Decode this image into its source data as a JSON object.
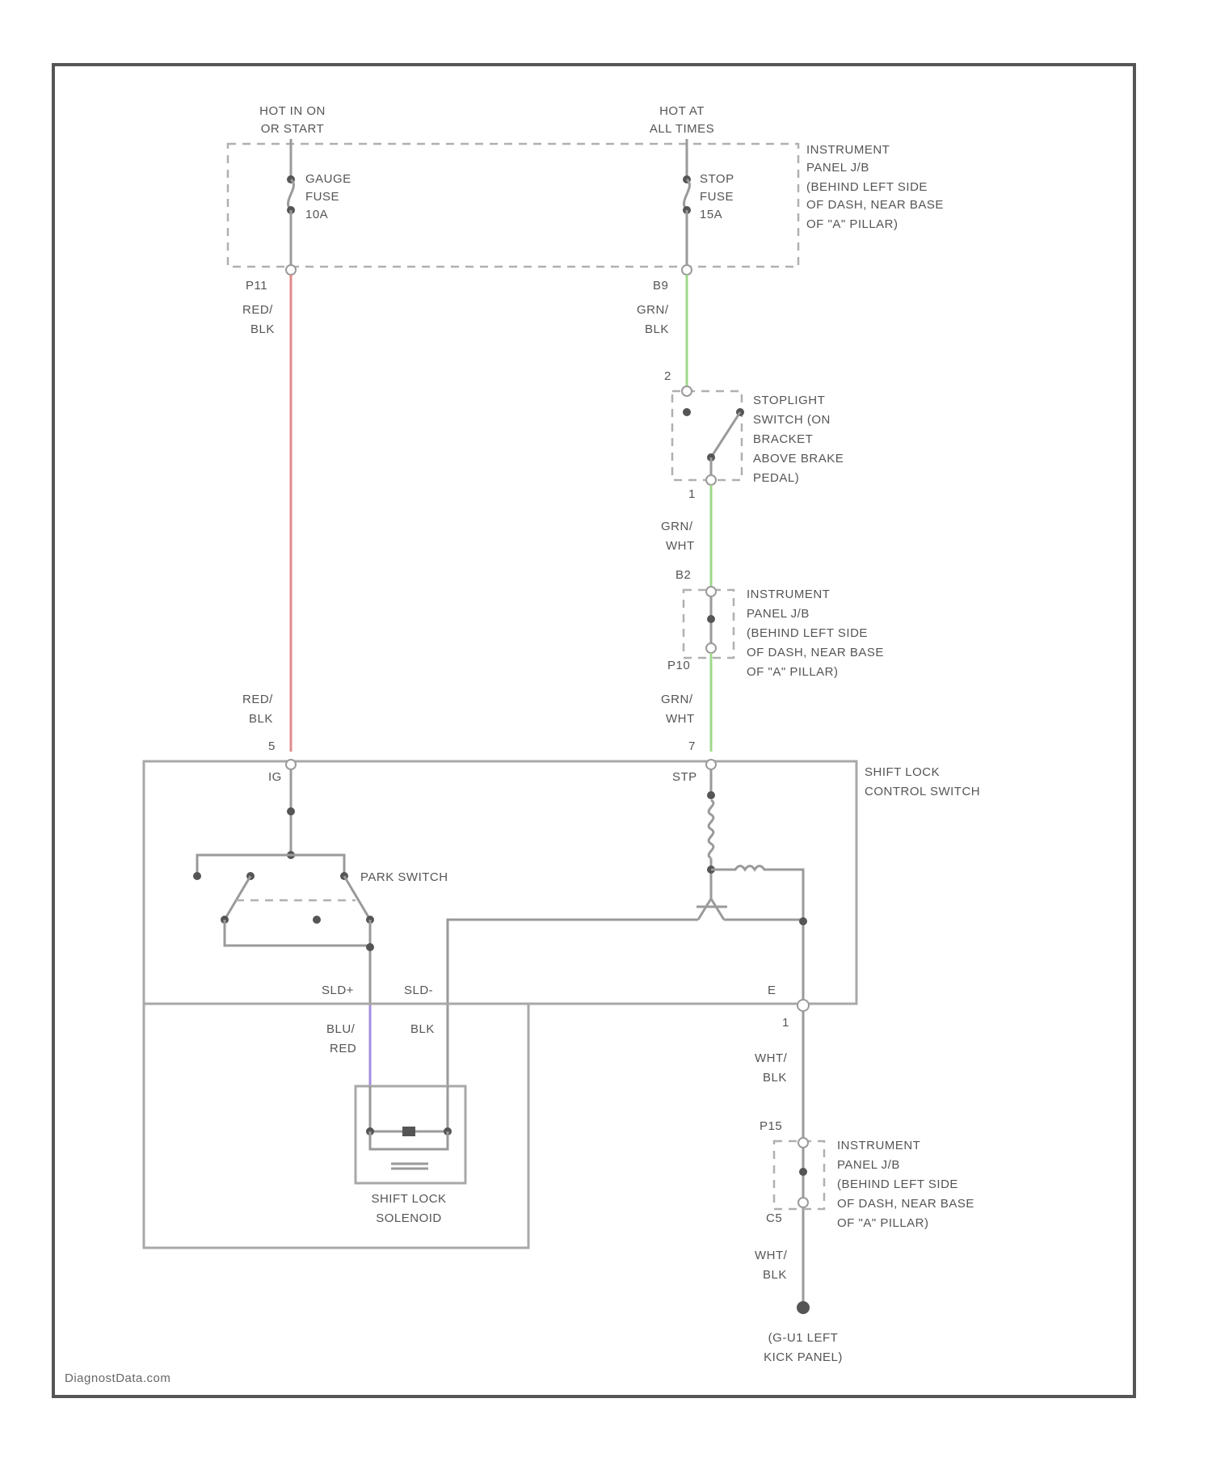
{
  "colors": {
    "red_wire": "#e08a8a",
    "green_wire": "#9ed98a",
    "blue_wire": "#a48ce0",
    "wire": "#9a9a9a",
    "frame": "#555555"
  },
  "power": {
    "left_source": [
      "HOT IN ON",
      "OR START"
    ],
    "right_source": [
      "HOT AT",
      "ALL TIMES"
    ],
    "gauge_fuse": [
      "GAUGE",
      "FUSE",
      "10A"
    ],
    "stop_fuse": [
      "STOP",
      "FUSE",
      "15A"
    ],
    "junction_block_top": [
      "INSTRUMENT",
      "PANEL J/B",
      "(BEHIND LEFT SIDE",
      "OF DASH, NEAR BASE",
      "OF \"A\" PILLAR)"
    ]
  },
  "wires": {
    "left_pin_top": "P11",
    "left_color_top": [
      "RED/",
      "BLK"
    ],
    "left_color_bottom": [
      "RED/",
      "BLK"
    ],
    "left_pin_bottom": "5",
    "right_pin_top": "B9",
    "right_color_top": [
      "GRN/",
      "BLK"
    ],
    "stoplight_pin_in": "2",
    "stoplight_pin_out": "1",
    "right_color_mid": [
      "GRN/",
      "WHT"
    ],
    "jb2_pin_in": "B2",
    "jb2_pin_out": "P10",
    "right_color_bottom": [
      "GRN/",
      "WHT"
    ],
    "right_pin_bottom": "7",
    "sld_plus_color": [
      "BLU/",
      "RED"
    ],
    "sld_minus_color": "BLK",
    "ground_pin_top": "1",
    "ground_color_top": [
      "WHT/",
      "BLK"
    ],
    "jb3_pin_in": "P15",
    "jb3_pin_out": "C5",
    "ground_color_bottom": [
      "WHT/",
      "BLK"
    ]
  },
  "components": {
    "stoplight_switch": [
      "STOPLIGHT",
      "SWITCH (ON",
      "BRACKET",
      "ABOVE BRAKE",
      "PEDAL)"
    ],
    "junction_block_mid": [
      "INSTRUMENT",
      "PANEL J/B",
      "(BEHIND LEFT SIDE",
      "OF DASH, NEAR BASE",
      "OF \"A\" PILLAR)"
    ],
    "shift_lock_control_switch": [
      "SHIFT LOCK",
      "CONTROL SWITCH"
    ],
    "terminal_ig": "IG",
    "terminal_stp": "STP",
    "park_switch": "PARK SWITCH",
    "terminal_sld_plus": "SLD+",
    "terminal_sld_minus": "SLD-",
    "terminal_e": "E",
    "shift_lock_solenoid": [
      "SHIFT LOCK",
      "SOLENOID"
    ],
    "junction_block_bottom": [
      "INSTRUMENT",
      "PANEL J/B",
      "(BEHIND LEFT SIDE",
      "OF DASH, NEAR BASE",
      "OF \"A\" PILLAR)"
    ],
    "ground_location": [
      "(G-U1 LEFT",
      "KICK PANEL)"
    ]
  },
  "footer": "DiagnostData.com"
}
